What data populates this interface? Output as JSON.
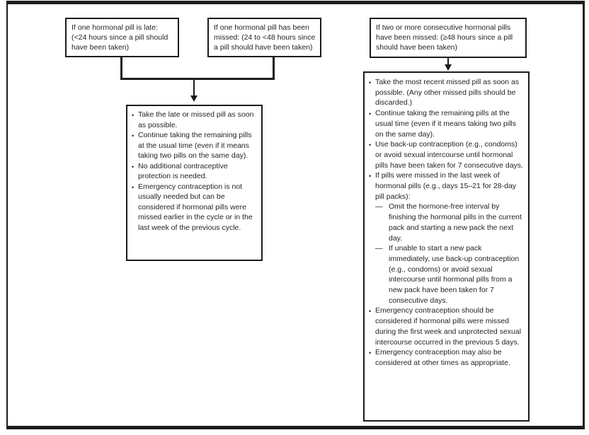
{
  "figure": {
    "type": "flowchart",
    "colors": {
      "line": "#1c1c1c",
      "text": "#231f20",
      "background": "#ffffff"
    },
    "markers": {
      "bullet": "•",
      "dash": "—"
    },
    "boxes": {
      "late": {
        "text": "If one hormonal pill is late: (<24 hours since a pill should have been taken)"
      },
      "missed_one": {
        "text": "If one hormonal pill has been missed: (24 to <48 hours since a pill should have been taken)"
      },
      "missed_multi": {
        "text": "If two or more consecutive hormonal pills have been missed: (≥48 hours since a pill should have been taken)"
      },
      "action_left": {
        "bullets": [
          "Take the late or missed pill as soon as possible.",
          "Continue taking the remaining pills at the usual time (even if it means taking two pills on the same day).",
          "No additional contraceptive protection is needed.",
          "Emergency contraception is not usually needed but can be considered if hormonal pills were missed earlier in the cycle or in the last week of the previous cycle."
        ]
      },
      "action_right": {
        "bullets": [
          "Take the most recent missed pill as soon as possible. (Any other missed pills should be discarded.)",
          "Continue taking the remaining pills at the usual time (even if it means taking two pills on the same day).",
          "Use back-up contraception (e.g., condoms) or avoid sexual intercourse until hormonal pills have been taken for 7 consecutive days.",
          "If pills were missed in the last week of hormonal pills (e.g., days 15–21 for 28-day pill packs):",
          "Emergency contraception should be considered if hormonal pills were missed during the first week and unprotected sexual intercourse occurred in the previous 5 days.",
          "Emergency contraception may also be considered at other times as appropriate."
        ],
        "sub_bullets": [
          "Omit the hormone-free interval by finishing the hormonal pills in the current pack and starting a new pack the next day.",
          "If unable to start a new pack immediately, use back-up contraception (e.g., condoms) or avoid sexual intercourse until hormonal pills from a new pack have been taken for 7 consecutive days."
        ]
      }
    }
  }
}
